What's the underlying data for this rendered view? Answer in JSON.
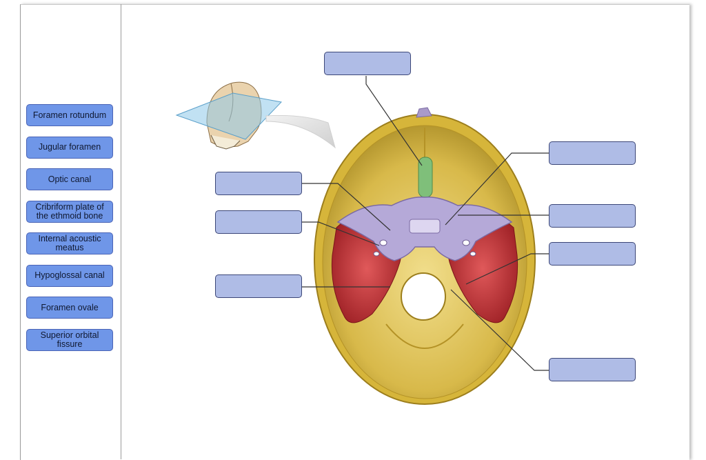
{
  "label_bank": [
    "Foramen rotundum",
    "Jugular foramen",
    "Optic canal",
    "Cribriform plate of the ethmoid bone",
    "Internal acoustic meatus",
    "Hypoglossal canal",
    "Foramen ovale",
    "Superior orbital fissure"
  ],
  "drop_targets": [
    "",
    "",
    "",
    "",
    "",
    "",
    "",
    ""
  ],
  "colors": {
    "label_bank_fill": "#6f96e8",
    "drop_target_fill": "#afbce6",
    "frontal_bone": "#d8b94a",
    "sphenoid_bone": "#b5a9d8",
    "temporal_bone": "#c8373a",
    "ethmoid_bone": "#7fbf7a"
  }
}
